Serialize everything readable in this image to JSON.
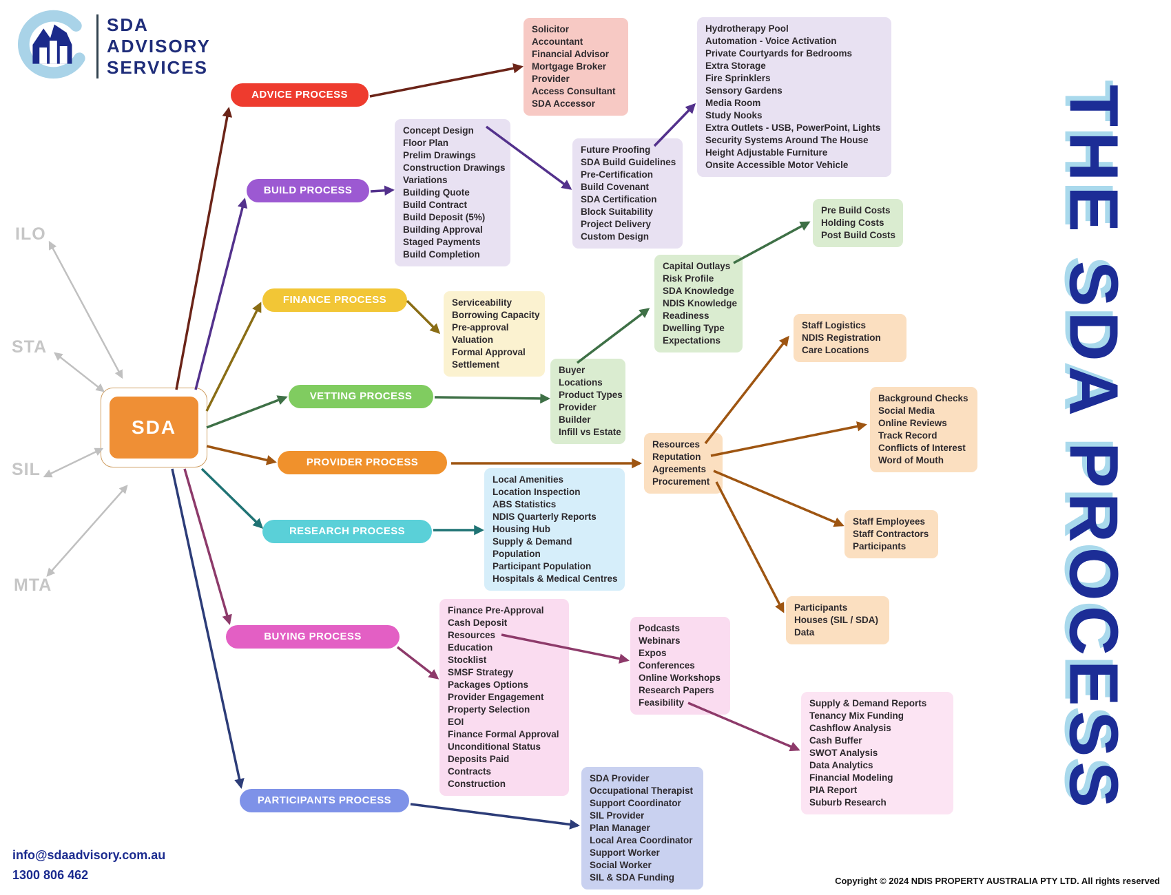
{
  "logo": {
    "lines": [
      "SDA",
      "ADVISORY",
      "SERVICES"
    ]
  },
  "title": "THE SDA PROCESS",
  "title_color": "#1c2d96",
  "center_label": "SDA",
  "center_color": "#ef8f35",
  "side_labels": [
    "ILO",
    "STA",
    "SIL",
    "MTA"
  ],
  "side_arrow_color": "#c0c0c0",
  "contact": {
    "email": "info@sdaadvisory.com.au",
    "phone": "1300 806 462"
  },
  "copyright": "Copyright © 2024 NDIS PROPERTY AUSTRALIA PTY LTD. All rights reserved",
  "processes": [
    {
      "label": "ADVICE PROCESS",
      "color": "#ee3b2e",
      "line_color": "#6b2418"
    },
    {
      "label": "BUILD PROCESS",
      "color": "#9c59d2",
      "line_color": "#53318c"
    },
    {
      "label": "FINANCE PROCESS",
      "color": "#f2c636",
      "line_color": "#8a6d15"
    },
    {
      "label": "VETTING PROCESS",
      "color": "#80cc60",
      "line_color": "#3e7046"
    },
    {
      "label": "PROVIDER PROCESS",
      "color": "#f0912c",
      "line_color": "#9e5511"
    },
    {
      "label": "RESEARCH PROCESS",
      "color": "#5ad0d8",
      "line_color": "#1f7374"
    },
    {
      "label": "BUYING PROCESS",
      "color": "#e35fc4",
      "line_color": "#8d3a6a"
    },
    {
      "label": "PARTICIPANTS PROCESS",
      "color": "#7e92e8",
      "line_color": "#2c3c78"
    }
  ],
  "boxes": {
    "advice_list": {
      "bg": "#f7c9c4",
      "items": [
        "Solicitor",
        "Accountant",
        "Financial Advisor",
        "Mortgage Broker",
        "Provider",
        "Access Consultant",
        "SDA Accessor"
      ]
    },
    "build_list": {
      "bg": "#e8e1f2",
      "items": [
        "Concept Design",
        "Floor Plan",
        "Prelim Drawings",
        "Construction Drawings",
        "Variations",
        "Building Quote",
        "Build Contract",
        "Build Deposit (5%)",
        "Building Approval",
        "Staged Payments",
        "Build Completion"
      ]
    },
    "future_list": {
      "bg": "#e8e1f2",
      "items": [
        "Future Proofing",
        "SDA Build Guidelines",
        "Pre-Certification",
        "Build Covenant",
        "SDA Certification",
        "Block Suitability",
        "Project Delivery",
        "Custom Design"
      ]
    },
    "hydro_list": {
      "bg": "#e8e1f2",
      "items": [
        "Hydrotherapy Pool",
        "Automation - Voice Activation",
        "Private Courtyards for Bedrooms",
        "Extra Storage",
        "Fire Sprinklers",
        "Sensory Gardens",
        "Media Room",
        "Study Nooks",
        "Extra Outlets - USB, PowerPoint, Lights",
        "Security Systems Around The House",
        "Height Adjustable Furniture",
        "Onsite Accessible Motor Vehicle"
      ]
    },
    "finance_list": {
      "bg": "#fbf2d0",
      "items": [
        "Serviceability",
        "Borrowing Capacity",
        "Pre-approval",
        "Valuation",
        "Formal Approval",
        "Settlement"
      ]
    },
    "vetting_list": {
      "bg": "#daecd0",
      "items": [
        "Buyer",
        "Locations",
        "Product Types",
        "Provider",
        "Builder",
        "Infill vs Estate"
      ]
    },
    "capital_list": {
      "bg": "#daecd0",
      "items": [
        "Capital Outlays",
        "Risk Profile",
        "SDA Knowledge",
        "NDIS Knowledge",
        "Readiness",
        "Dwelling Type",
        "Expectations"
      ]
    },
    "prebuild_list": {
      "bg": "#daecd0",
      "items": [
        "Pre Build Costs",
        "Holding Costs",
        "Post Build Costs"
      ]
    },
    "stafflog_list": {
      "bg": "#fbdfc0",
      "items": [
        "Staff Logistics",
        "NDIS Registration",
        "Care Locations"
      ]
    },
    "resources_list": {
      "bg": "#fbdfc0",
      "items": [
        "Resources",
        "Reputation",
        "Agreements",
        "Procurement"
      ]
    },
    "background_list": {
      "bg": "#fbdfc0",
      "items": [
        "Background Checks",
        "Social Media",
        "Online Reviews",
        "Track Record",
        "Conflicts of Interest",
        "Word of Mouth"
      ]
    },
    "staffemp_list": {
      "bg": "#fbdfc0",
      "items": [
        "Staff Employees",
        "Staff Contractors",
        "Participants"
      ]
    },
    "participants_list": {
      "bg": "#fbdfc0",
      "items": [
        "Participants",
        "Houses (SIL / SDA)",
        "Data"
      ]
    },
    "research_list": {
      "bg": "#d6eefa",
      "items": [
        "Local Amenities",
        "Location Inspection",
        "ABS Statistics",
        "NDIS Quarterly Reports",
        "Housing Hub",
        "Supply & Demand",
        "Population",
        "Participant Population",
        "Hospitals & Medical Centres"
      ]
    },
    "buying_list": {
      "bg": "#fadcf0",
      "items": [
        "Finance Pre-Approval",
        "Cash Deposit",
        "Resources",
        "Education",
        "Stocklist",
        "SMSF Strategy",
        "Packages Options",
        "Provider Engagement",
        "Property Selection",
        "EOI",
        "Finance Formal Approval",
        "Unconditional Status",
        "Deposits Paid",
        "Contracts",
        "Construction"
      ]
    },
    "podcasts_list": {
      "bg": "#fadcf0",
      "items": [
        "Podcasts",
        "Webinars",
        "Expos",
        "Conferences",
        "Online Workshops",
        "Research Papers",
        "Feasibility"
      ]
    },
    "supply_list": {
      "bg": "#fce4f3",
      "items": [
        "Supply & Demand Reports",
        "Tenancy Mix Funding",
        "Cashflow Analysis",
        "Cash Buffer",
        "SWOT Analysis",
        "Data Analytics",
        "Financial Modeling",
        "PIA Report",
        "Suburb Research"
      ]
    },
    "sdaprovider_list": {
      "bg": "#c9d1f0",
      "items": [
        "SDA Provider",
        "Occupational Therapist",
        "Support Coordinator",
        "SIL Provider",
        "Plan Manager",
        "Local Area Coordinator",
        "Support Worker",
        "Social Worker",
        "SIL & SDA Funding"
      ]
    }
  }
}
